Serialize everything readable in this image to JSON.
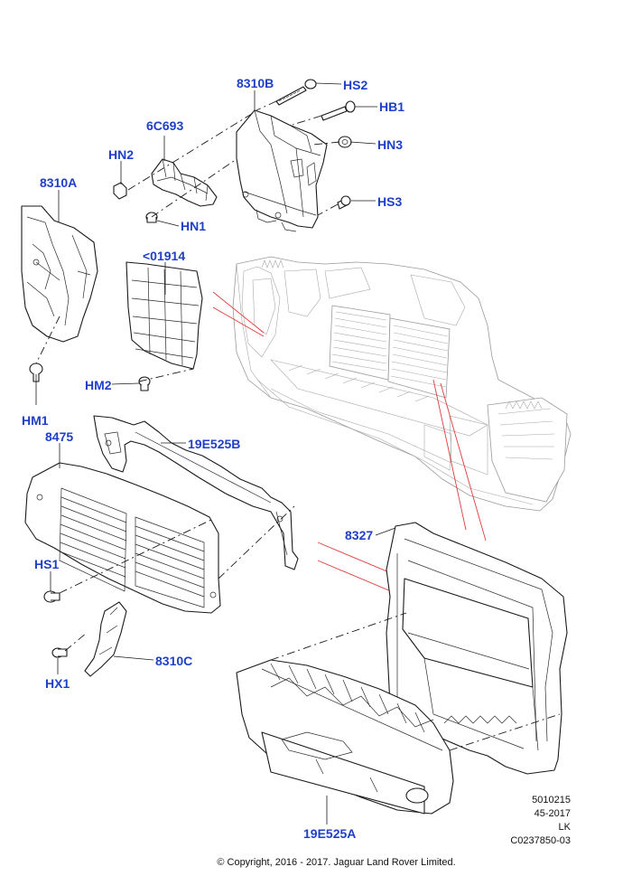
{
  "labels": {
    "l8310B": "8310B",
    "lHS2": "HS2",
    "lHB1": "HB1",
    "l6C693": "6C693",
    "lHN2": "HN2",
    "lHN3": "HN3",
    "lHS3": "HS3",
    "l8310A": "8310A",
    "lHN1": "HN1",
    "l01914": "<01914",
    "lHM2": "HM2",
    "lHM1": "HM1",
    "l8475": "8475",
    "l19E525B": "19E525B",
    "l8327": "8327",
    "lHS1": "HS1",
    "l8310C": "8310C",
    "lHX1": "HX1",
    "l19E525A": "19E525A"
  },
  "reference": {
    "line1": "5010215",
    "line2": "45-2017",
    "line3": "LK",
    "line4": "C0237850-03"
  },
  "copyright": "© Copyright, 2016 - 2017. Jaguar Land Rover Limited.",
  "colors": {
    "callout": "#1f3fc9",
    "leader_red": "#e23a3a",
    "line": "#1a1a1a"
  }
}
